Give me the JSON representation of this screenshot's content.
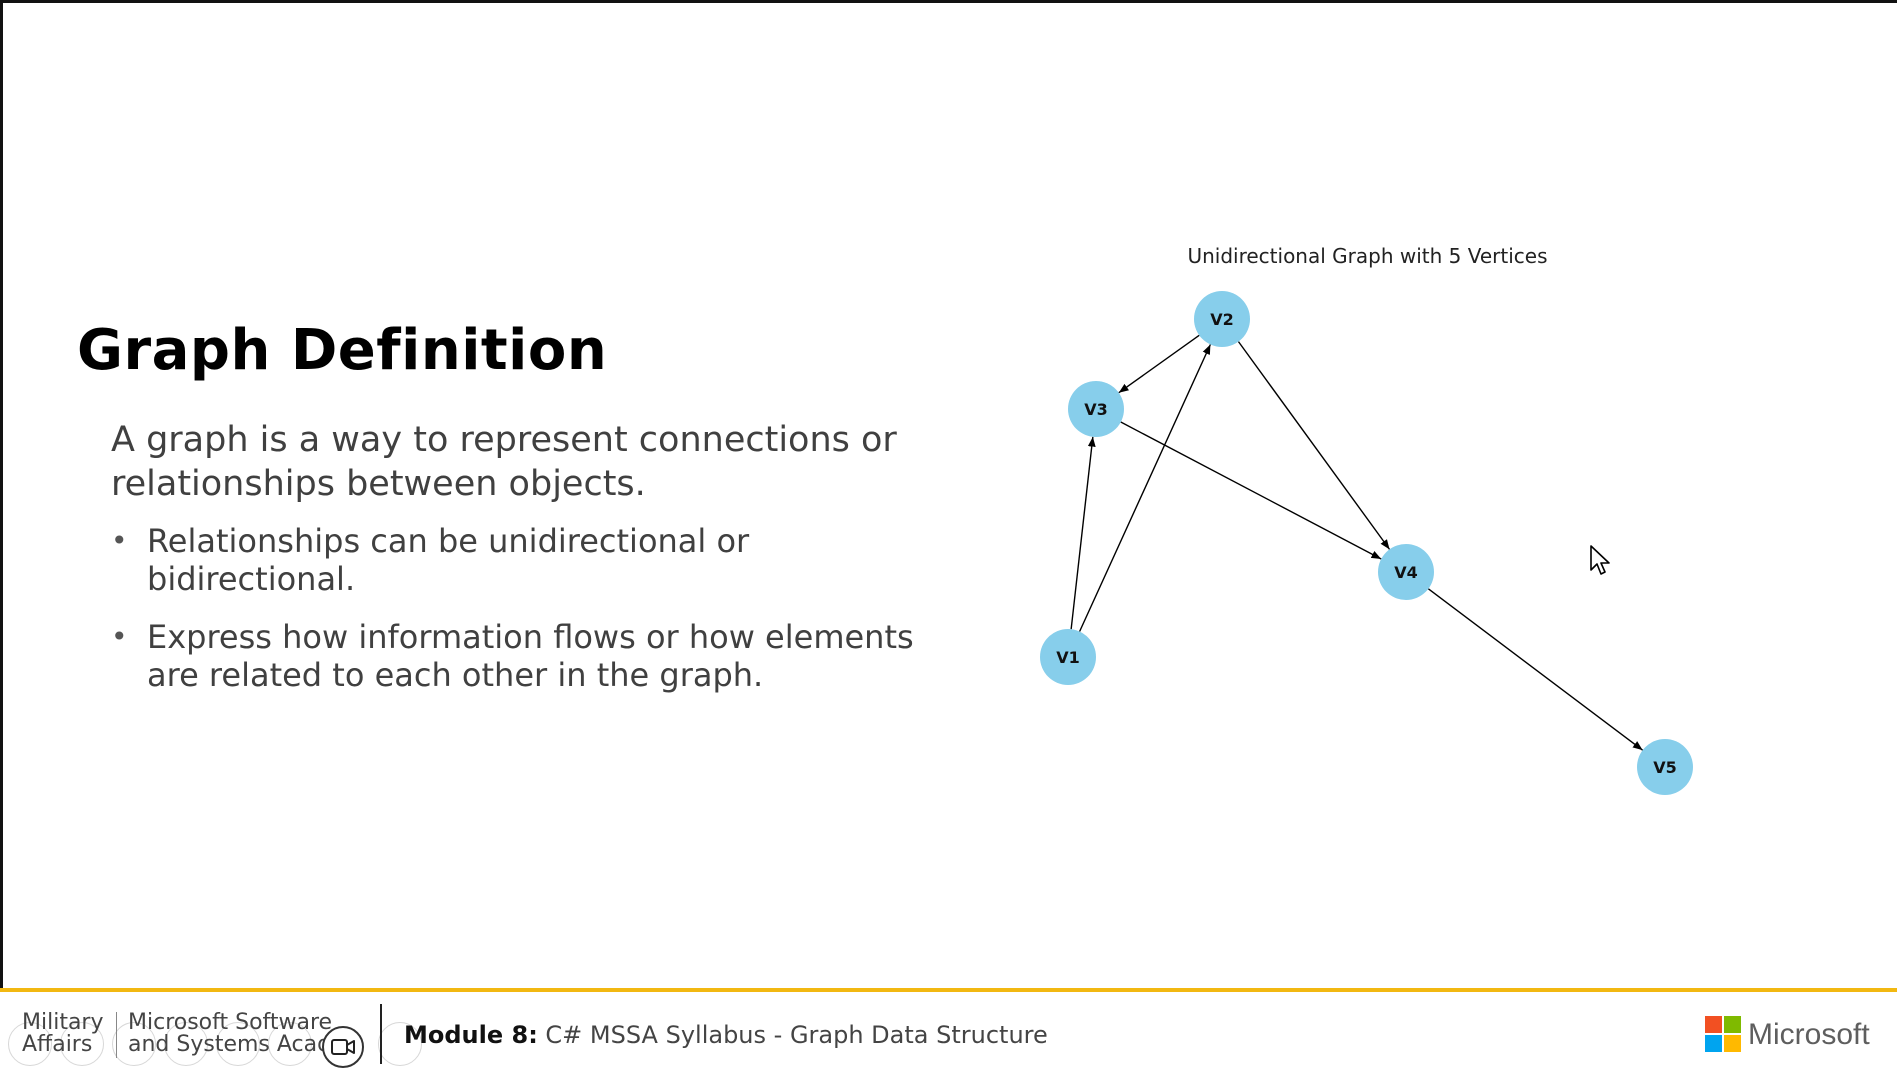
{
  "slide": {
    "title": "Graph Definition",
    "intro": "A graph is a way to represent connections or relationships between objects.",
    "bullets": [
      "Relationships can be unidirectional or bidirectional.",
      "Express how information flows or how elements are related to each other in the graph."
    ]
  },
  "graph": {
    "title": "Unidirectional Graph with 5 Vertices",
    "node_color": "#87ceeb",
    "nodes": [
      {
        "id": "V1",
        "label": "V1"
      },
      {
        "id": "V2",
        "label": "V2"
      },
      {
        "id": "V3",
        "label": "V3"
      },
      {
        "id": "V4",
        "label": "V4"
      },
      {
        "id": "V5",
        "label": "V5"
      }
    ],
    "edges": [
      {
        "from": "V1",
        "to": "V3"
      },
      {
        "from": "V1",
        "to": "V2"
      },
      {
        "from": "V2",
        "to": "V3"
      },
      {
        "from": "V2",
        "to": "V4"
      },
      {
        "from": "V3",
        "to": "V4"
      },
      {
        "from": "V4",
        "to": "V5"
      }
    ]
  },
  "footer": {
    "org_line1": "Military",
    "org_line2": "Affairs",
    "academy_line1": "Microsoft Software",
    "academy_line2": "and Systems Acade",
    "module_bold": "Module 8:",
    "module_text": " C# MSSA Syllabus - Graph Data Structure",
    "brand": "Microsoft",
    "accent_color": "#f2b811"
  },
  "icons": {
    "camera": "video-camera-icon",
    "cursor": "mouse-pointer-icon",
    "logo": "microsoft-logo"
  }
}
